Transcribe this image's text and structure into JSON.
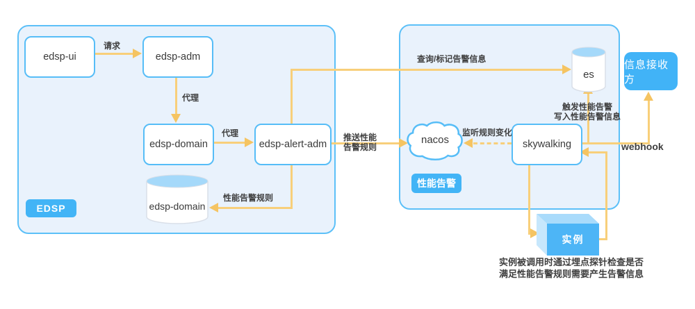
{
  "edsp": {
    "badge": "EDSP",
    "edsp_ui": "edsp-ui",
    "edsp_adm": "edsp-adm",
    "edsp_domain": "edsp-domain",
    "edsp_alert_adm": "edsp-alert-adm",
    "edsp_domain_db": "edsp-domain"
  },
  "perf": {
    "badge": "性能告警",
    "nacos": "nacos",
    "skywalking": "skywalking",
    "es": "es"
  },
  "receiver_label": "信息接收方",
  "instance_label": "实例",
  "edges": {
    "request": "请求",
    "proxy_adm": "代理",
    "proxy_domain": "代理",
    "perf_rule": "性能告警规则",
    "query_mark": "查询/标记告警信息",
    "push_l1": "推送性能",
    "push_l2": "告警规则",
    "listen": "监听规则变化",
    "trigger_l1": "触发性能告警",
    "trigger_l2": "写入性能告警信息",
    "webhook": "webhook"
  },
  "caption": {
    "l1": "实例被调用时通过埋点探针检查是否",
    "l2": "满足性能告警规则需要产生告警信息"
  },
  "colors": {
    "arrow": "#f8cf7a",
    "arrow_head": "#f5c462",
    "node_border": "#56bdf7",
    "container_fill": "#e9f2fc",
    "badge_blue": "#42b4f6",
    "cube_front": "#4db5f6",
    "cube_top": "#a9dbfb",
    "cylinder_top": "#a5d9fa"
  }
}
